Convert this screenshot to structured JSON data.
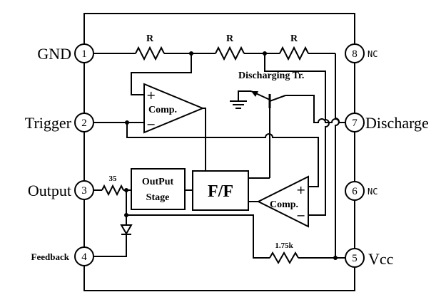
{
  "pins": {
    "p1": {
      "num": "1",
      "label": "GND"
    },
    "p2": {
      "num": "2",
      "label": "Trigger"
    },
    "p3": {
      "num": "3",
      "label": "Output"
    },
    "p4": {
      "num": "4",
      "label": "Feedback"
    },
    "p5": {
      "num": "5",
      "label": "Vcc"
    },
    "p6": {
      "num": "6",
      "label": "NC"
    },
    "p7": {
      "num": "7",
      "label": "Discharge"
    },
    "p8": {
      "num": "8",
      "label": "NC"
    }
  },
  "components": {
    "r_top_1": "R",
    "r_top_2": "R",
    "r_top_3": "R",
    "r_out": "35",
    "r_fb": "1.75k",
    "transistor": "Discharging Tr.",
    "comp_upper": "Comp.",
    "comp_lower": "Comp.",
    "output_stage_line1": "OutPut",
    "output_stage_line2": "Stage",
    "flipflop": "F/F",
    "plus": "+",
    "minus": "−"
  }
}
